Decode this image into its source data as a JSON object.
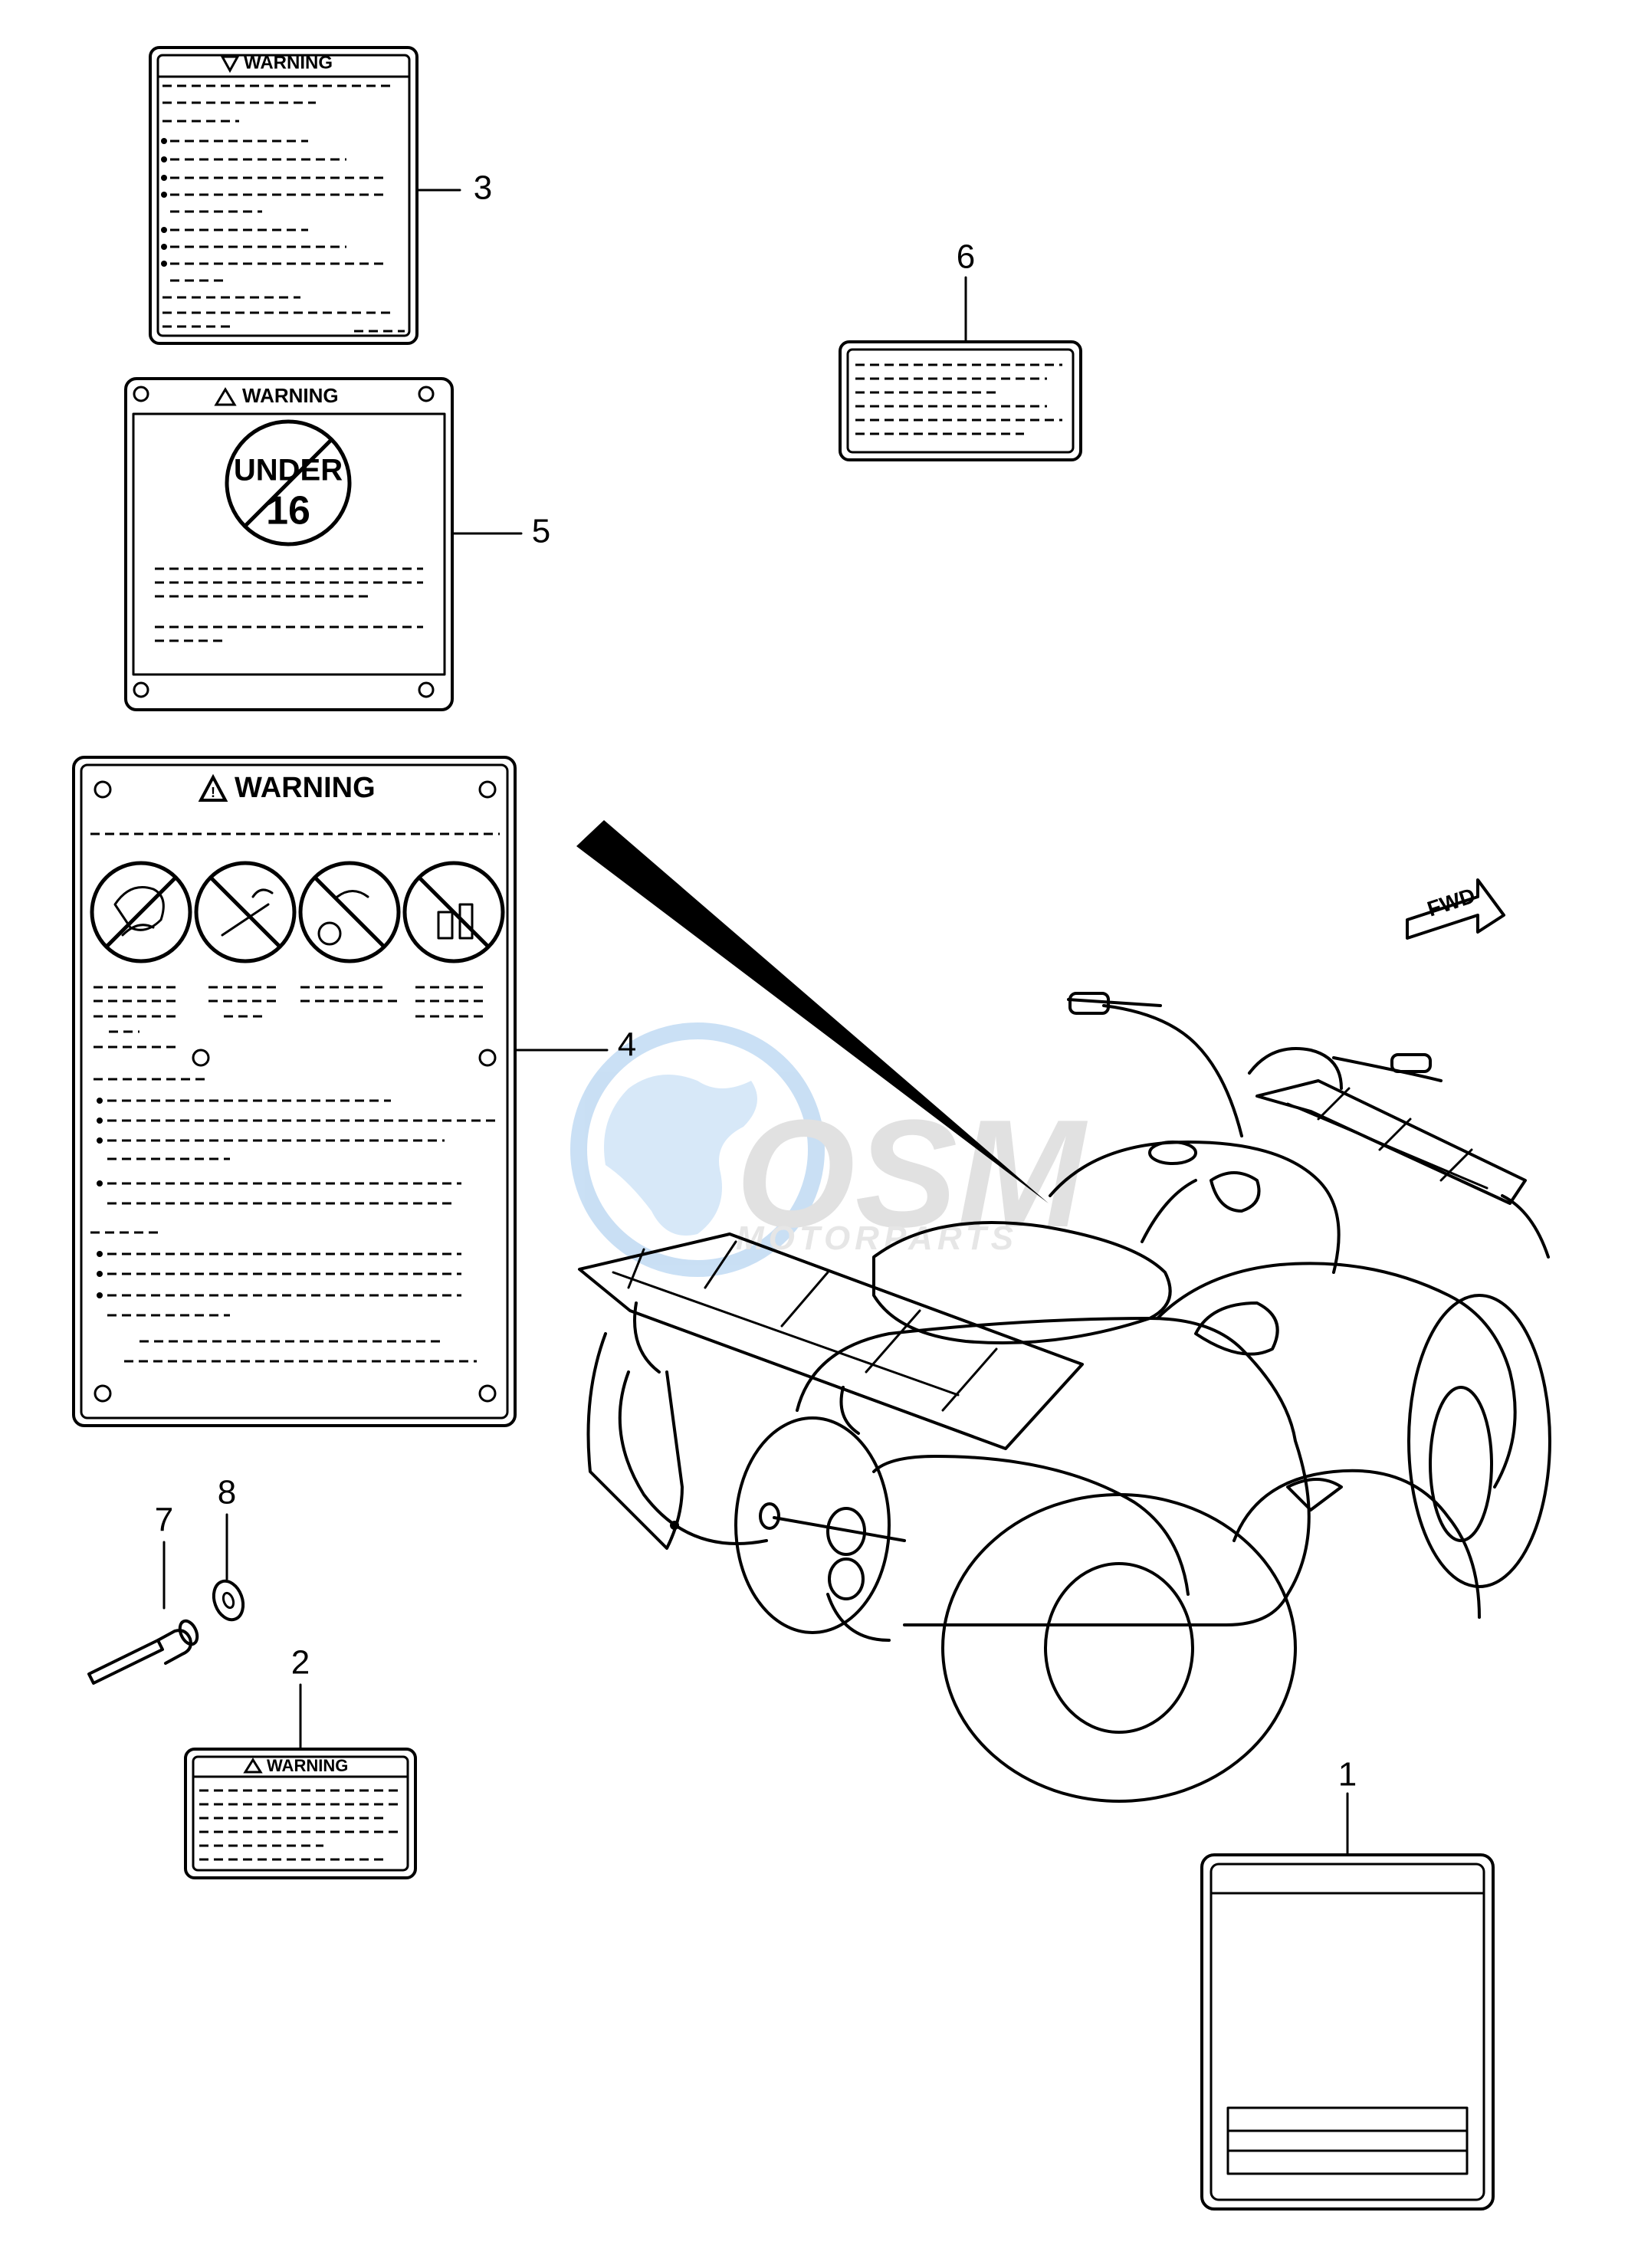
{
  "diagram": {
    "callouts": [
      {
        "id": "1",
        "label": "1"
      },
      {
        "id": "2",
        "label": "2"
      },
      {
        "id": "3",
        "label": "3"
      },
      {
        "id": "4",
        "label": "4"
      },
      {
        "id": "5",
        "label": "5"
      },
      {
        "id": "6",
        "label": "6"
      },
      {
        "id": "7",
        "label": "7"
      },
      {
        "id": "8",
        "label": "8"
      }
    ],
    "labels": {
      "warning_3": "WARNING",
      "warning_5": "WARNING",
      "warning_4": "WARNING",
      "warning_2": "WARNING",
      "under16_top": "UNDER",
      "under16_num": "16",
      "fwd": "FWD"
    },
    "watermark": {
      "brand": "OSM",
      "sub": "MOTORPARTS"
    },
    "colors": {
      "ink": "#000000",
      "paper": "#ffffff",
      "watermark_blue": "#9ec6ec",
      "watermark_gray": "#c9c9c9"
    }
  }
}
